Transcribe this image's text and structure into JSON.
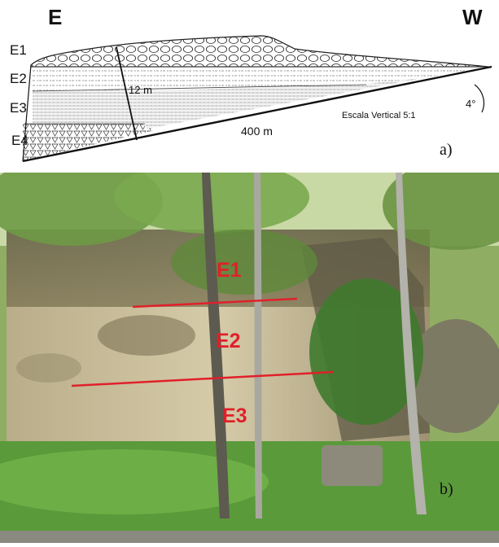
{
  "panel_a": {
    "label_east": "E",
    "label_west": "W",
    "layers": [
      "E1",
      "E2",
      "E3",
      "E4"
    ],
    "thickness": "12 m",
    "length": "400 m",
    "slope": "4°",
    "scale": "Escala Vertical 5:1",
    "tag": "a)"
  },
  "panel_b": {
    "layers": [
      "E1",
      "E2",
      "E3"
    ],
    "tag": "b)",
    "colors": {
      "contact_lines": "#e0202a",
      "labels": "#e0202a"
    }
  }
}
